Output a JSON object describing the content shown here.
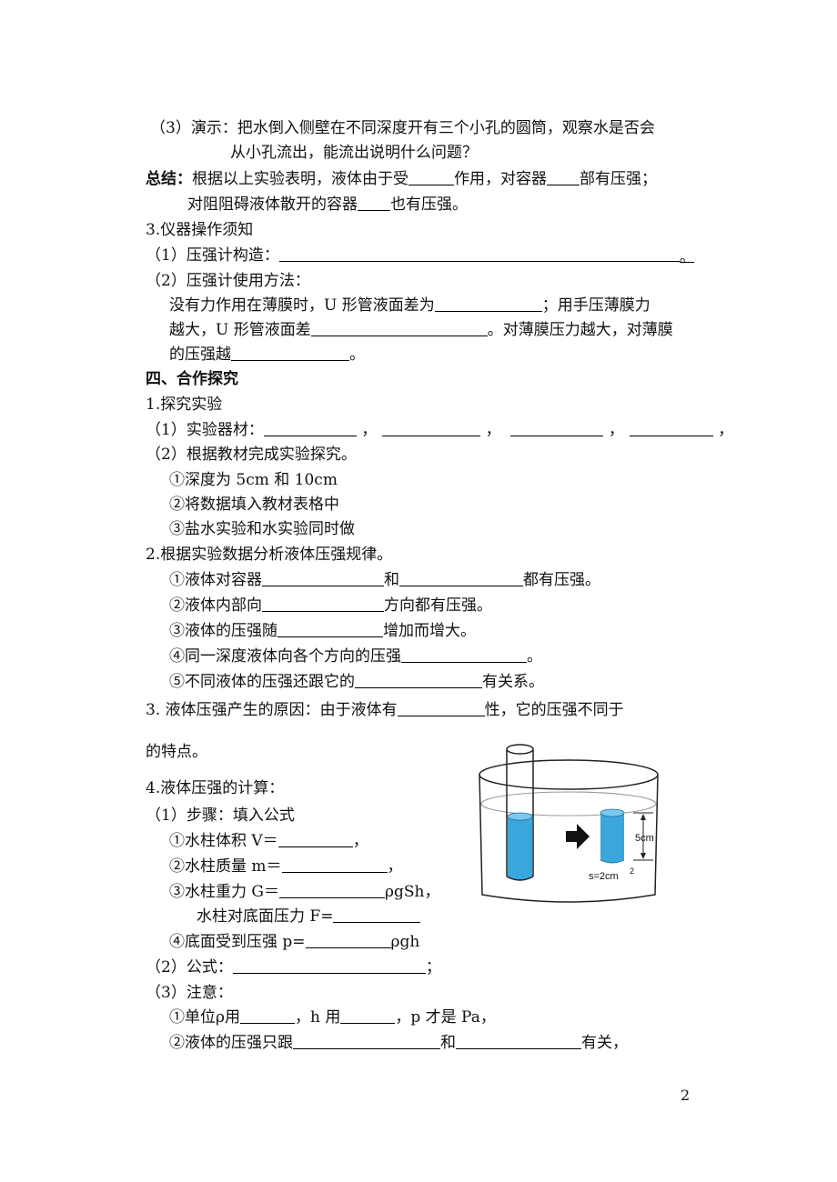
{
  "lines": {
    "l01": "（3）演示：把水倒入侧壁在不同深度开有三个小孔的圆筒，观察水是否会",
    "l02": "从小孔流出，能流出说明什么问题？",
    "l03a": "总结：",
    "l03b": "根据以上实验表明，液体由于受",
    "l03c": "作用，对容器",
    "l03d": "部有压强；",
    "l04a": "对阻阻碍液体散开的容器",
    "l04b": "也有压强。",
    "l05": "3.仪器操作须知",
    "l06a": "（1）压强计构造：",
    "l06b": "。",
    "l07": "（2）压强计使用方法：",
    "l08a": "没有力作用在薄膜时，U 形管液面差为",
    "l08b": "；用手压薄膜力",
    "l09a": "越大，U 形管液面差",
    "l09b": "。对薄膜压力越大，对薄膜",
    "l10a": "的压强越",
    "l10b": "。",
    "l11": "四、合作探究",
    "l12": "1.探究实验",
    "l13a": "（1）实验器材：",
    "l13b": "，",
    "l13c": "，",
    "l13d": "，",
    "l13e": "，",
    "l14": "（2）根据教材完成实验探究。",
    "l15": "①深度为 5cm 和 10cm",
    "l16": "②将数据填入教材表格中",
    "l17": "③盐水实验和水实验同时做",
    "l18": "2.根据实验数据分析液体压强规律。",
    "l19a": "①液体对容器",
    "l19b": "和",
    "l19c": "都有压强。",
    "l20a": "②液体内部向",
    "l20b": "方向都有压强。",
    "l21a": "③液体的压强随",
    "l21b": "增加而增大。",
    "l22a": "④同一深度液体向各个方向的压强",
    "l22b": "。",
    "l23a": "⑤不同液体的压强还跟它的",
    "l23b": "有关系。",
    "l24a": "3. 液体压强产生的原因：由于液体有",
    "l24b": "性，它的压强不同于",
    "l25": "的特点。",
    "l26": "4.液体压强的计算：",
    "l27": "（1）步骤：填入公式",
    "l28a": "①水柱体积 V＝",
    "l28b": "，",
    "l29a": "②水柱质量 m＝",
    "l29b": "，",
    "l30a": "③水柱重力 G＝",
    "l30b": "ρgSh，",
    "l31a": "水柱对底面压力 F=",
    "l32a": "④底面受到压强 p=",
    "l32b": "ρgh",
    "l33a": "（2）公式：",
    "l33b": "；",
    "l34": "（3）注意：",
    "l35a": "①单位ρ用",
    "l35b": "，h 用",
    "l35c": "，p 才是 Pa，",
    "l36a": "②液体的压强只跟",
    "l36b": "和",
    "l36c": "有关，"
  },
  "figure": {
    "height_label": "5cm",
    "area_label": "s=2cm",
    "area_exp": "2",
    "water_color": "#3aa6dc"
  },
  "page_number": "2"
}
